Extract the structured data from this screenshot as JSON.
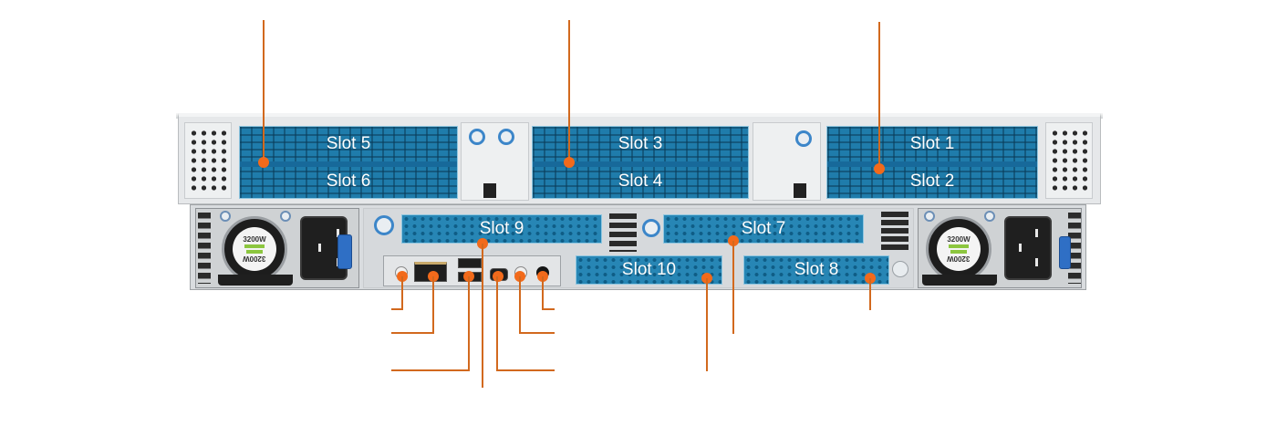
{
  "diagram": {
    "subject": "2U server rear panel",
    "accent_color": "#f26a1b",
    "leader_color": "#d2691e",
    "slot_color": "#1b78a8"
  },
  "slots": [
    {
      "id": "slot-5",
      "label": "Slot 5"
    },
    {
      "id": "slot-6",
      "label": "Slot 6"
    },
    {
      "id": "slot-3",
      "label": "Slot 3"
    },
    {
      "id": "slot-4",
      "label": "Slot 4"
    },
    {
      "id": "slot-1",
      "label": "Slot 1"
    },
    {
      "id": "slot-2",
      "label": "Slot 2"
    },
    {
      "id": "slot-9",
      "label": "Slot 9"
    },
    {
      "id": "slot-7",
      "label": "Slot 7"
    },
    {
      "id": "slot-10",
      "label": "Slot 10"
    },
    {
      "id": "slot-8",
      "label": "Slot 8"
    }
  ],
  "psus": [
    {
      "id": "psu-left",
      "rating_top": "3200W",
      "rating_bottom": "3200W"
    },
    {
      "id": "psu-right",
      "rating_top": "3200W",
      "rating_bottom": "3200W"
    }
  ],
  "io_ports": [
    {
      "id": "power-button"
    },
    {
      "id": "rj45-port"
    },
    {
      "id": "usb-ports"
    },
    {
      "id": "mini-display-port"
    },
    {
      "id": "id-button"
    },
    {
      "id": "audio-jack"
    }
  ]
}
